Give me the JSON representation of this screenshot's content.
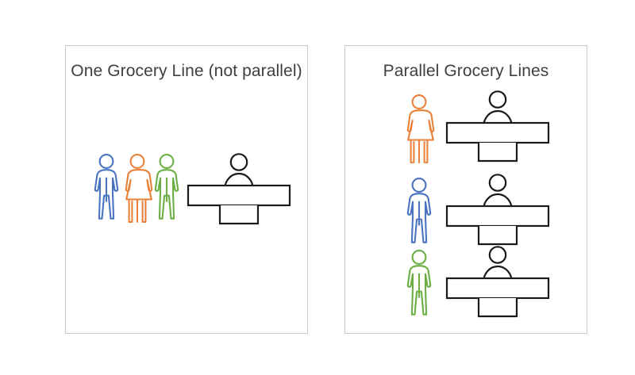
{
  "slide": {
    "background_color": "#ffffff",
    "panel_border_color": "#c9c9c9",
    "title_color": "#3f3f3f"
  },
  "palette": {
    "blue": "#4A73C0",
    "orange": "#E8813A",
    "green": "#6BAE44",
    "black": "#1a1a1a"
  },
  "panels": [
    {
      "id": "one-line",
      "title": "One Grocery Line (not parallel)",
      "queue": [
        {
          "color_name": "blue",
          "color": "#4A73C0",
          "gender": "male",
          "order": 1
        },
        {
          "color_name": "orange",
          "color": "#E8813A",
          "gender": "female",
          "order": 2
        },
        {
          "color_name": "green",
          "color": "#6BAE44",
          "gender": "male",
          "order": 3
        }
      ],
      "counters": 1
    },
    {
      "id": "parallel-lines",
      "title": "Parallel Grocery Lines",
      "lanes": [
        {
          "lane": 1,
          "customer": {
            "color_name": "orange",
            "color": "#E8813A",
            "gender": "female"
          }
        },
        {
          "lane": 2,
          "customer": {
            "color_name": "blue",
            "color": "#4A73C0",
            "gender": "male"
          }
        },
        {
          "lane": 3,
          "customer": {
            "color_name": "green",
            "color": "#6BAE44",
            "gender": "male"
          }
        }
      ],
      "counters": 3
    }
  ]
}
